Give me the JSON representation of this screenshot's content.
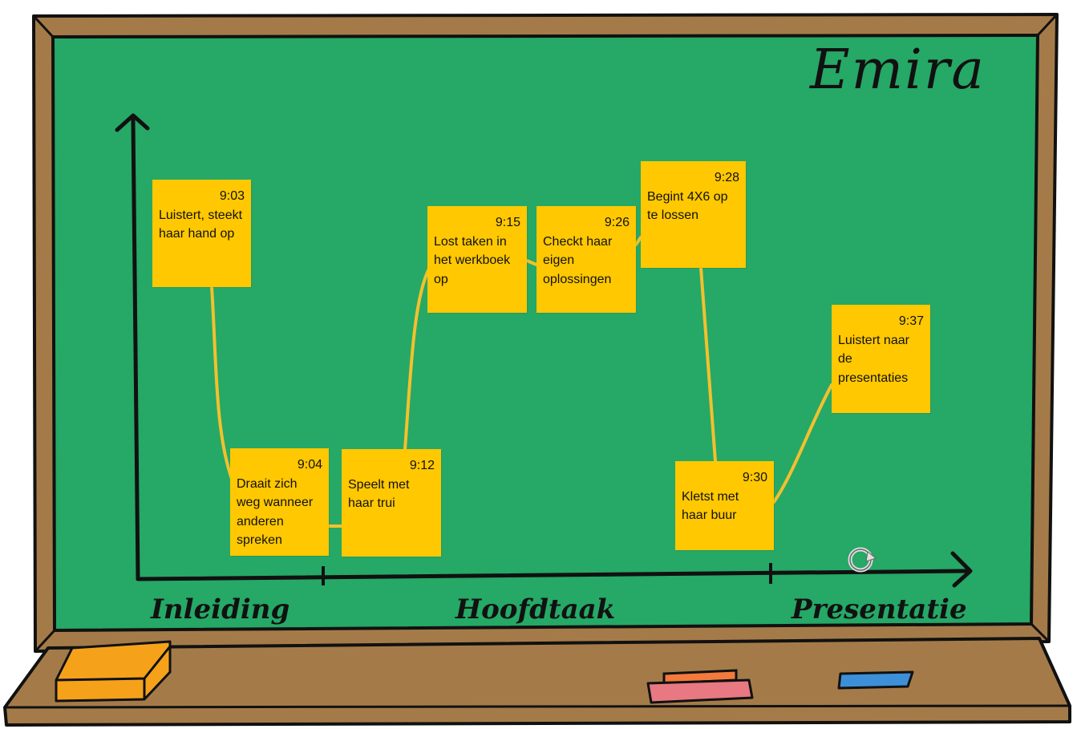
{
  "title": "Emira",
  "phases": [
    "Inleiding",
    "Hoofdtaak",
    "Presentatie"
  ],
  "notes": [
    {
      "time": "9:03",
      "text": "Luistert, steekt haar hand op"
    },
    {
      "time": "9:04",
      "text": "Draait zich weg wanneer anderen spreken"
    },
    {
      "time": "9:12",
      "text": "Speelt met haar trui"
    },
    {
      "time": "9:15",
      "text": "Lost taken in het werkboek op"
    },
    {
      "time": "9:26",
      "text": "Checkt haar eigen oplossingen"
    },
    {
      "time": "9:28",
      "text": "Begint 4X6 op te lossen"
    },
    {
      "time": "9:30",
      "text": "Kletst met haar buur"
    },
    {
      "time": "9:37",
      "text": "Luistert naar de presentaties"
    }
  ],
  "colors": {
    "board": "#26a866",
    "frame": "#a47b48",
    "sticky_note": "#ffc800",
    "connector": "#f2c12e",
    "eraser": "#f5a21a",
    "chalk_red": "#e87882",
    "chalk_orange": "#f27a3c",
    "chalk_blue": "#3d8fd8"
  },
  "icons": [
    "refresh-icon"
  ]
}
